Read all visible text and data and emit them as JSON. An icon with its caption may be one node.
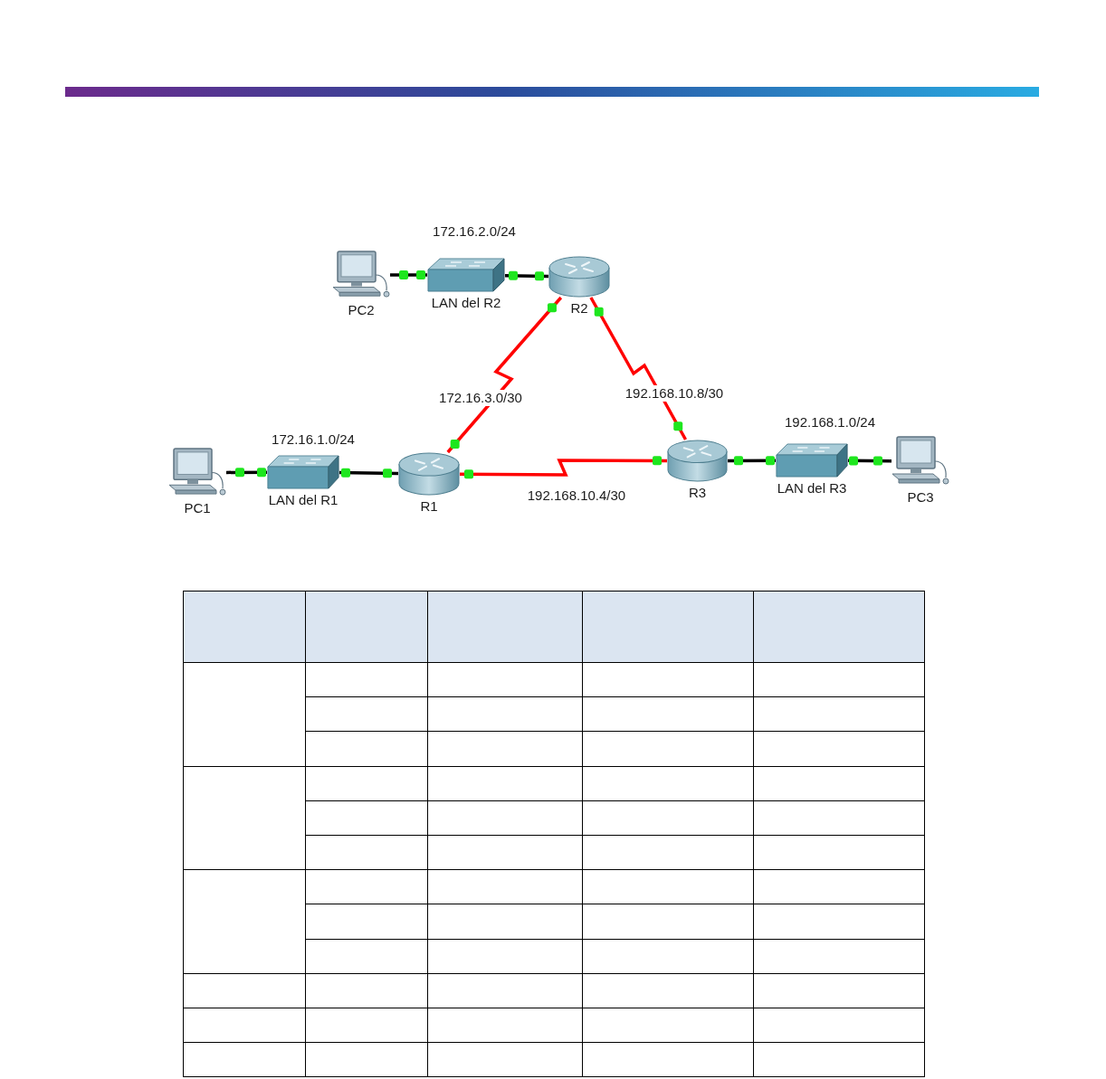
{
  "diagram": {
    "nodes": [
      {
        "text": [
          "PC2"
        ]
      },
      {
        "text": [
          "LAN del R2"
        ],
        "beside": [
          "172.16.2.0/24"
        ]
      },
      {
        "text": [
          "R2"
        ]
      },
      {
        "text": [
          "PC1"
        ]
      },
      {
        "text": [
          "LAN del R1"
        ],
        "beside": [
          "172.16.1.0/24"
        ]
      },
      {
        "text": [
          "R1"
        ]
      },
      {
        "text": [
          "R3"
        ]
      },
      {
        "text": [
          "LAN del R3"
        ],
        "beside": [
          "192.168.1.0/24"
        ]
      },
      {
        "text": [
          "PC3"
        ]
      }
    ],
    "edges": [
      {
        "from": 0,
        "to": 1,
        "arrow": "none"
      },
      {
        "from": 1,
        "to": 2,
        "arrow": "none"
      },
      {
        "from": 2,
        "to": 5,
        "arrow": "none",
        "label": "172.16.3.0/30",
        "color": "#ff0000"
      },
      {
        "from": 2,
        "to": 6,
        "arrow": "none",
        "label": "192.168.10.8/30",
        "color": "#ff0000"
      },
      {
        "from": 3,
        "to": 4,
        "arrow": "none"
      },
      {
        "from": 4,
        "to": 5,
        "arrow": "none"
      },
      {
        "from": 5,
        "to": 6,
        "arrow": "none",
        "label": "192.168.10.4/30",
        "color": "#ff0000"
      },
      {
        "from": 6,
        "to": 7,
        "arrow": "none"
      },
      {
        "from": 7,
        "to": 8,
        "arrow": "none"
      }
    ]
  }
}
